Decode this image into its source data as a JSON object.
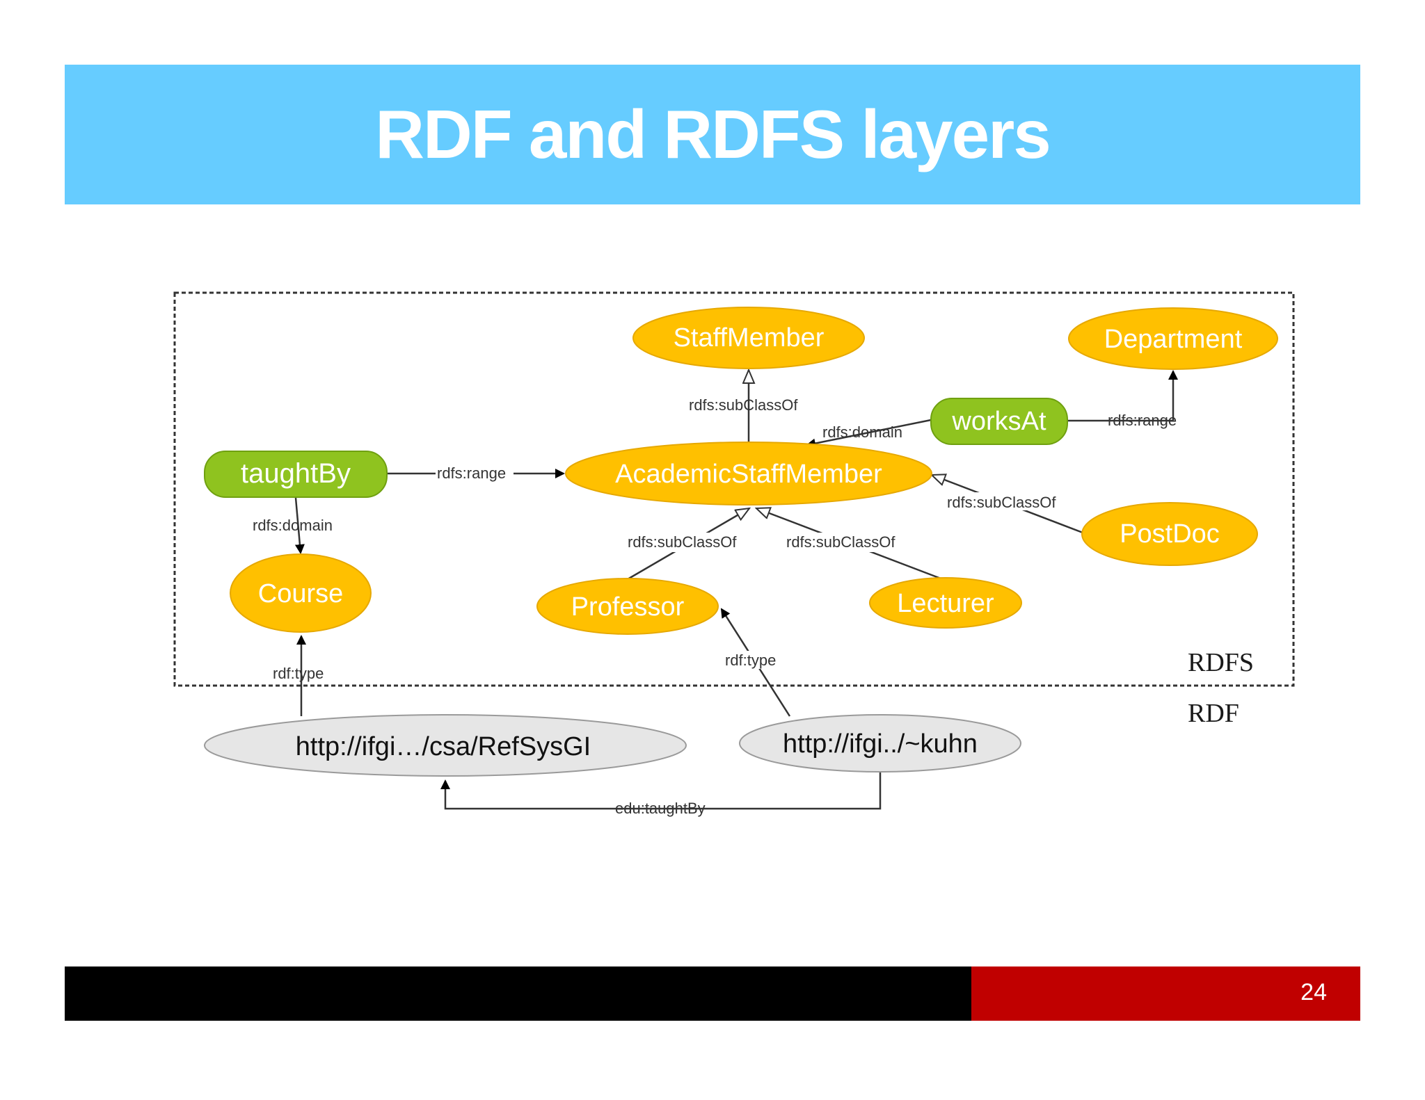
{
  "slide": {
    "title": "RDF and RDFS layers",
    "page_number": "24"
  },
  "colors": {
    "title_bar": "#66ccff",
    "class_node": "#ffc000",
    "property_node": "#8fc31f",
    "resource_node": "#e6e6e6",
    "footer_left": "#000000",
    "footer_right": "#c00000"
  },
  "diagram": {
    "layers": {
      "rdfs": "RDFS",
      "rdf": "RDF"
    },
    "nodes": {
      "staff_member": "StaffMember",
      "department": "Department",
      "works_at": "worksAt",
      "taught_by": "taughtBy",
      "academic_staff_member": "AcademicStaffMember",
      "post_doc": "PostDoc",
      "course": "Course",
      "professor": "Professor",
      "lecturer": "Lecturer",
      "uri_refsysgi": "http://ifgi…/csa/RefSysGI",
      "uri_kuhn": "http://ifgi../~kuhn"
    },
    "edges": {
      "asm_subclass_staff": "rdfs:subClassOf",
      "worksat_domain": "rdfs:domain",
      "worksat_range": "rdfs:range",
      "taughtby_range": "rdfs:range",
      "taughtby_domain": "rdfs:domain",
      "postdoc_subclass": "rdfs:subClassOf",
      "professor_subclass": "rdfs:subClassOf",
      "lecturer_subclass": "rdfs:subClassOf",
      "refsysgi_type": "rdf:type",
      "kuhn_type": "rdf:type",
      "edu_taught_by": "edu:taughtBy"
    }
  }
}
